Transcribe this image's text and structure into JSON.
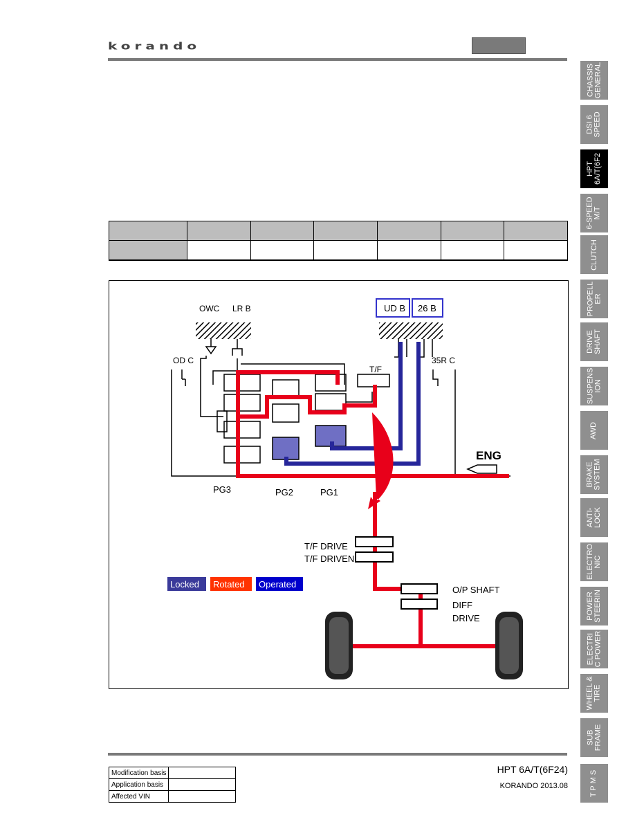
{
  "header": {
    "logo_text": "korando"
  },
  "side_tabs": [
    {
      "label": "CHASSIS\nGENERAL",
      "active": false
    },
    {
      "label": "DSI 6\nSPEED",
      "active": false
    },
    {
      "label": "HPT\n6A/T(6F2",
      "active": true
    },
    {
      "label": "6-SPEED\nM/T",
      "active": false
    },
    {
      "label": "CLUTCH",
      "active": false
    },
    {
      "label": "PROPELL\nER",
      "active": false
    },
    {
      "label": "DRIVE\nSHAFT",
      "active": false
    },
    {
      "label": "SUSPENS\nION",
      "active": false
    },
    {
      "label": "AWD",
      "active": false
    },
    {
      "label": "BRAKE\nSYSTEM",
      "active": false
    },
    {
      "label": "ANTI-\nLOCK",
      "active": false
    },
    {
      "label": "ELECTRO\nNIC",
      "active": false
    },
    {
      "label": "POWER\nSTEERIN",
      "active": false
    },
    {
      "label": "ELECTRI\nC POWER",
      "active": false
    },
    {
      "label": "WHEEL &\nTIRE",
      "active": false
    },
    {
      "label": "SUB\nFRAME",
      "active": false
    },
    {
      "label": "T P M S",
      "active": false
    }
  ],
  "diagram": {
    "labels": {
      "owc": "OWC",
      "lrb": "LR B",
      "udb": "UD B",
      "b26": "26 B",
      "odc": "OD C",
      "r35c": "35R C",
      "tf": "T/F",
      "eng": "ENG",
      "pg3": "PG3",
      "pg2": "PG2",
      "pg1": "PG1",
      "tf_drive": "T/F DRIVE",
      "tf_driven": "T/F DRIVEN",
      "op_shaft": "O/P SHAFT",
      "diff": "DIFF",
      "drive": "DRIVE"
    },
    "legend": [
      {
        "label": "Locked",
        "color": "#3a3a9a"
      },
      {
        "label": "Rotated",
        "color": "#ff3300"
      },
      {
        "label": "Operated",
        "color": "#0000cc"
      }
    ],
    "colors": {
      "red": "#e8001a",
      "blue": "#26269a",
      "fill_blue": "#6f6fc4"
    }
  },
  "footer": {
    "info_rows": [
      {
        "label": "Modification basis",
        "value": ""
      },
      {
        "label": "Application basis",
        "value": ""
      },
      {
        "label": "Affected VIN",
        "value": ""
      }
    ],
    "section": "HPT 6A/T(6F24)",
    "model_date": "KORANDO 2013.08"
  }
}
